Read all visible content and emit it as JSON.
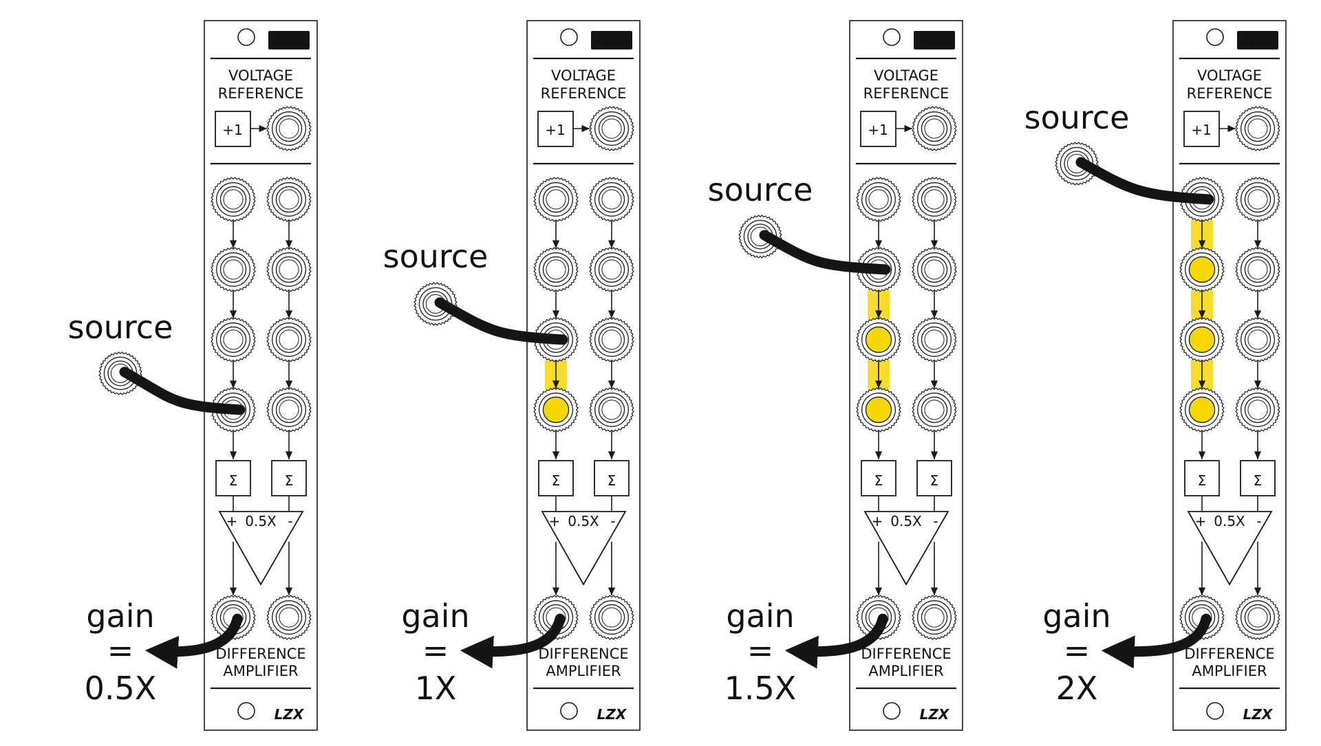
{
  "colors": {
    "panel_stroke": "#1a1a1a",
    "highlight": "#f5d800",
    "highlight_bar": "#f7dd2a",
    "cable": "#151515",
    "background": "#ffffff"
  },
  "module": {
    "badge": "PGO",
    "section_top_line1": "VOLTAGE",
    "section_top_line2": "REFERENCE",
    "plus_one_label": "+1",
    "sigma_symbol": "Σ",
    "amp_plus": "+",
    "amp_gain": "0.5X",
    "amp_minus": "-",
    "section_bottom_line1": "DIFFERENCE",
    "section_bottom_line2": "AMPLIFIER",
    "logo": "LZX"
  },
  "labels": {
    "source": "source",
    "gain": "gain",
    "equals": "="
  },
  "examples": [
    {
      "gain_value": "0.5X",
      "source_input_row": 4,
      "highlighted_rows": []
    },
    {
      "gain_value": "1X",
      "source_input_row": 3,
      "highlighted_rows": [
        4
      ]
    },
    {
      "gain_value": "1.5X",
      "source_input_row": 2,
      "highlighted_rows": [
        3,
        4
      ]
    },
    {
      "gain_value": "2X",
      "source_input_row": 1,
      "highlighted_rows": [
        2,
        3,
        4
      ]
    }
  ]
}
